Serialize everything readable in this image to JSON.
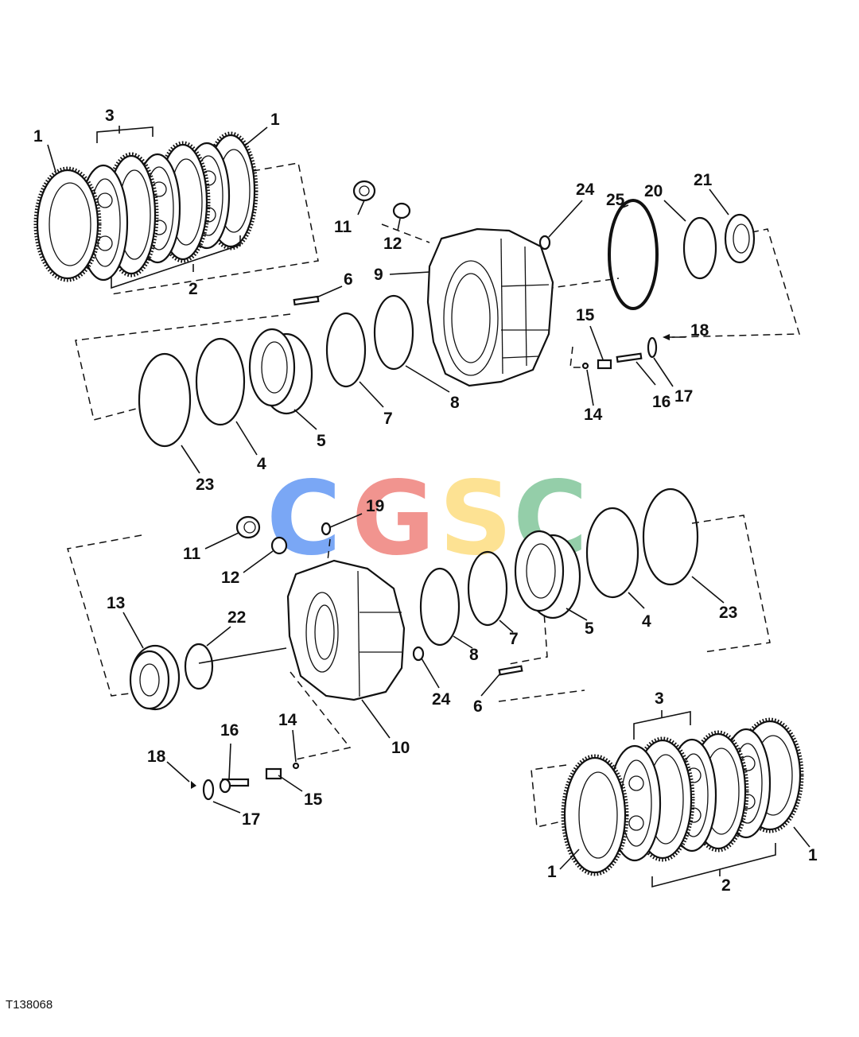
{
  "watermark": {
    "letters": [
      {
        "char": "C",
        "color": "#6fa0f5"
      },
      {
        "char": "G",
        "color": "#f08c86"
      },
      {
        "char": "S",
        "color": "#fde08a"
      },
      {
        "char": "C",
        "color": "#8ccaa2"
      }
    ]
  },
  "figure_id": "T138068",
  "callouts": {
    "top_1a": "1",
    "top_3": "3",
    "top_1b": "1",
    "top_2": "2",
    "top_11": "11",
    "top_12": "12",
    "top_24": "24",
    "top_25": "25",
    "top_20": "20",
    "top_21": "21",
    "top_9": "9",
    "top_6": "6",
    "top_15": "15",
    "top_18": "18",
    "top_14": "14",
    "top_16": "16",
    "top_17": "17",
    "top_8": "8",
    "top_7": "7",
    "top_5": "5",
    "top_4": "4",
    "top_23": "23",
    "bot_19": "19",
    "bot_11": "11",
    "bot_12": "12",
    "bot_13": "13",
    "bot_22": "22",
    "bot_8": "8",
    "bot_7": "7",
    "bot_5": "5",
    "bot_4": "4",
    "bot_23": "23",
    "bot_24": "24",
    "bot_6": "6",
    "bot_10": "10",
    "bot_16": "16",
    "bot_14": "14",
    "bot_18": "18",
    "bot_15": "15",
    "bot_17": "17",
    "bot_3": "3",
    "bot_1a": "1",
    "bot_1b": "1",
    "bot_2": "2"
  }
}
